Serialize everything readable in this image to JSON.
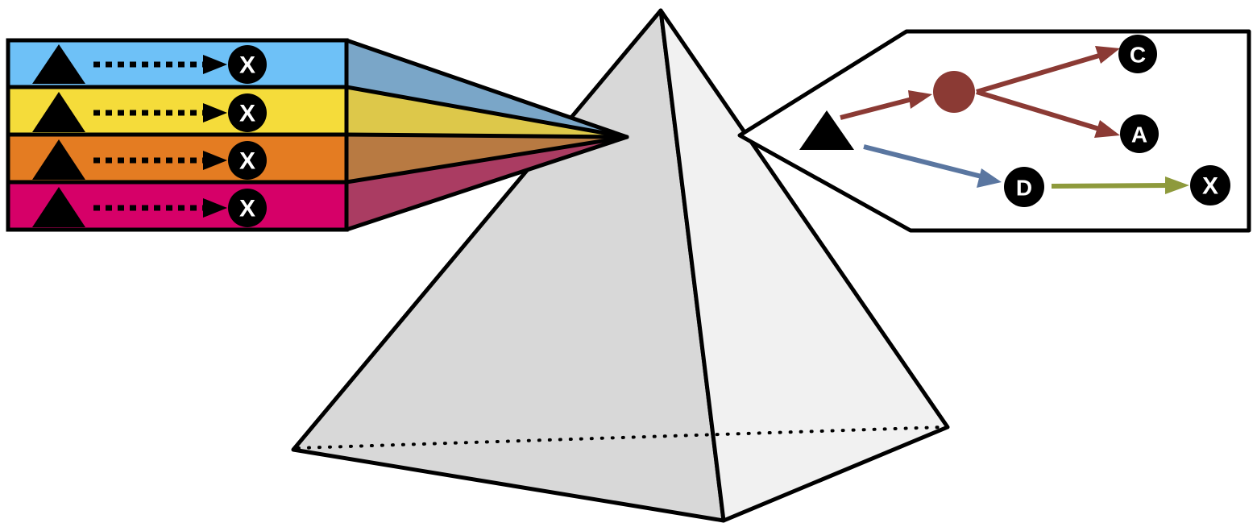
{
  "colors": {
    "band_blue": "#6ec1f7",
    "band_yellow": "#f5dc3a",
    "band_orange": "#e47c22",
    "band_pink": "#d60068",
    "beam_blue": "#7aa6c8",
    "beam_yellow": "#ddc84a",
    "beam_orange": "#b87a42",
    "beam_pink": "#aa3c62",
    "prism_left_face": "#d8d8d8",
    "prism_right_face": "#f1f1f1",
    "edge": "#000000",
    "path_red": "#8b3a34",
    "path_blue": "#5a76a0",
    "path_green": "#8e9a3c",
    "node_fill": "#000000",
    "node_text": "#ffffff"
  },
  "input_bands": [
    {
      "color": "band_blue",
      "target_label": "X"
    },
    {
      "color": "band_yellow",
      "target_label": "X"
    },
    {
      "color": "band_orange",
      "target_label": "X"
    },
    {
      "color": "band_pink",
      "target_label": "X"
    }
  ],
  "output_panel": {
    "nodes": {
      "c": "C",
      "a": "A",
      "d": "D",
      "x": "X"
    }
  }
}
